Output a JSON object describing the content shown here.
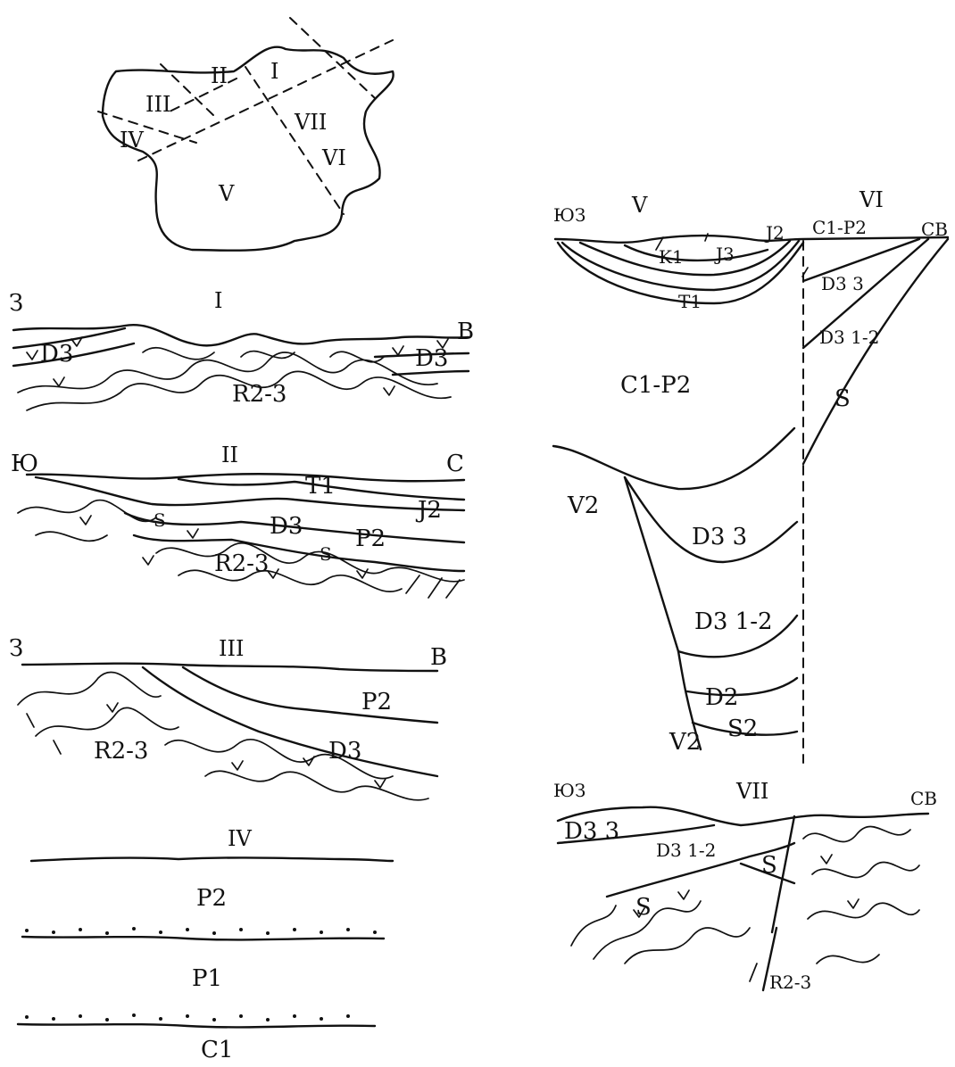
{
  "index_map": {
    "regions": [
      "I",
      "II",
      "III",
      "IV",
      "V",
      "VI",
      "VII"
    ]
  },
  "section_I": {
    "number": "I",
    "left_dir": "З",
    "right_dir": "В",
    "units": {
      "d3_left": "D3",
      "d3_right": "D3",
      "r23": "R2-3"
    }
  },
  "section_II": {
    "number": "II",
    "left_dir": "Ю",
    "right_dir": "С",
    "units": {
      "t1": "T1",
      "j2": "J2",
      "d3": "D3",
      "p2": "P2",
      "s1": "S",
      "s2": "S",
      "r23": "R2-3"
    }
  },
  "section_III": {
    "number": "III",
    "left_dir": "З",
    "right_dir": "В",
    "units": {
      "p2": "P2",
      "d3": "D3",
      "r23": "R2-3"
    }
  },
  "section_IV": {
    "number": "IV",
    "units": {
      "p2": "P2",
      "p1": "P1",
      "c1": "C1"
    }
  },
  "section_V_VI": {
    "number_v": "V",
    "number_vi": "VI",
    "left_dir": "ЮЗ",
    "right_dir": "СВ",
    "units": {
      "k1": "K1",
      "j3": "J3",
      "j2": "J2",
      "t1": "T1",
      "c1p2_top": "C1-P2",
      "c1p2": "C1-P2",
      "v2_left": "V2",
      "v2_bottom": "V2",
      "d3_3": "D3 3",
      "d3_12": "D3 1-2",
      "d2": "D2",
      "s2": "S2",
      "vi_d3_3": "D3 3",
      "vi_d3_12": "D3 1-2",
      "vi_s": "S"
    }
  },
  "section_VII": {
    "number": "VII",
    "left_dir": "ЮЗ",
    "right_dir": "СВ",
    "units": {
      "d3_3": "D3 3",
      "d3_12": "D3 1-2",
      "s_left": "S",
      "s_right": "S",
      "r23": "R2-3"
    }
  }
}
